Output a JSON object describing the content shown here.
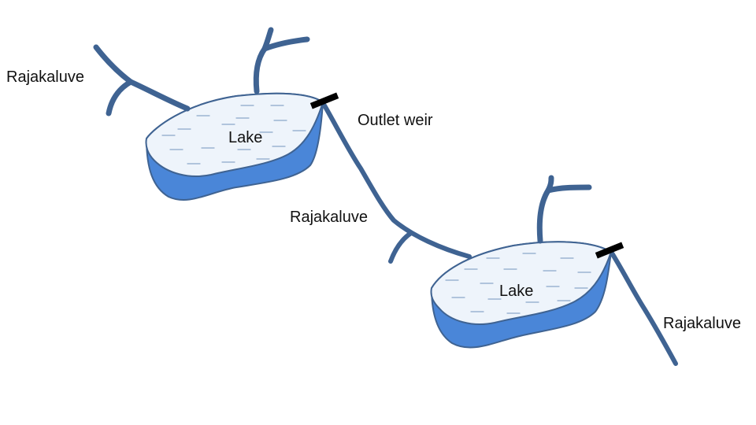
{
  "labels": {
    "rajakaluve_top_left": "Rajakaluve",
    "outlet_weir": "Outlet weir",
    "rajakaluve_middle": "Rajakaluve",
    "rajakaluve_bottom_right": "Rajakaluve",
    "lake_upper": "Lake",
    "lake_lower": "Lake"
  },
  "colors": {
    "stream": "#3f6392",
    "lake_water": "#4a86d8",
    "lake_surface": "#eef4fb",
    "lake_outline": "#3f6392",
    "ripple": "#8aa6c9",
    "weir": "#000000"
  }
}
